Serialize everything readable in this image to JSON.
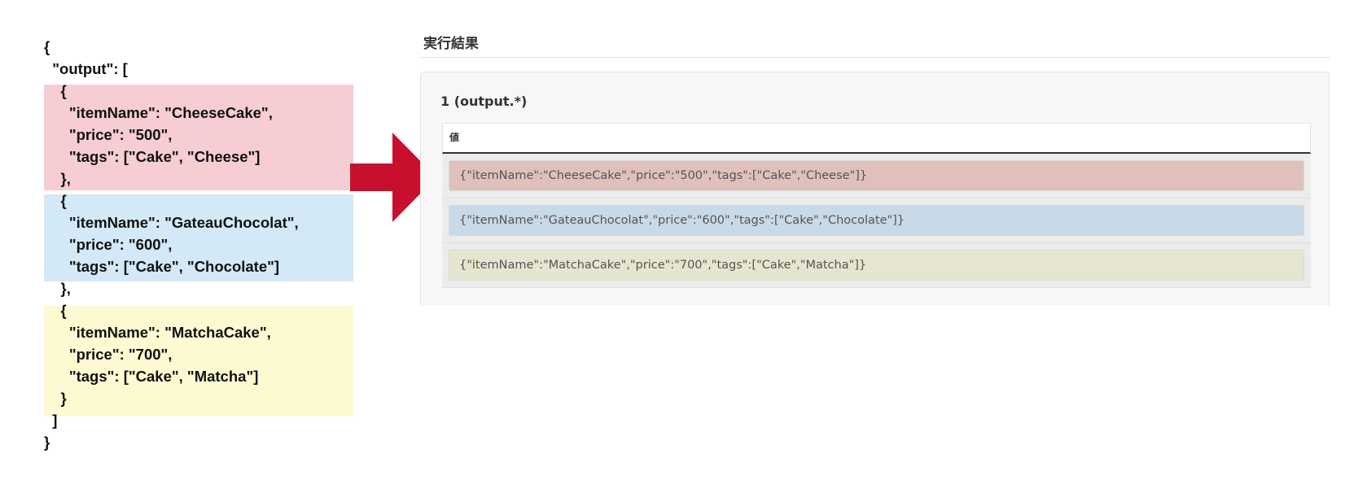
{
  "colors": {
    "highlight_red": "#f5cdd3",
    "highlight_blue": "#d3e9f7",
    "highlight_yellow": "#fdfad2",
    "arrow": "#c8102e",
    "cell_red": "#dfc0ba",
    "cell_blue": "#c8d9e7",
    "cell_yellow": "#e6e5cf"
  },
  "code": {
    "lines": [
      "{",
      "  \"output\": [",
      "    {",
      "      \"itemName\": \"CheeseCake\",",
      "      \"price\": \"500\",",
      "      \"tags\": [\"Cake\", \"Cheese\"]",
      "    },",
      "    {",
      "      \"itemName\": \"GateauChocolat\",",
      "      \"price\": \"600\",",
      "      \"tags\": [\"Cake\", \"Chocolate\"]",
      "    },",
      "    {",
      "      \"itemName\": \"MatchaCake\",",
      "      \"price\": \"700\",",
      "      \"tags\": [\"Cake\", \"Matcha\"]",
      "    }",
      "  ]",
      "}"
    ]
  },
  "arrow_icon": "right-arrow-icon",
  "result": {
    "heading": "実行結果",
    "subheading": "1 (output.*)",
    "column_header": "値",
    "rows": [
      "{\"itemName\":\"CheeseCake\",\"price\":\"500\",\"tags\":[\"Cake\",\"Cheese\"]}",
      "{\"itemName\":\"GateauChocolat\",\"price\":\"600\",\"tags\":[\"Cake\",\"Chocolate\"]}",
      "{\"itemName\":\"MatchaCake\",\"price\":\"700\",\"tags\":[\"Cake\",\"Matcha\"]}"
    ]
  }
}
